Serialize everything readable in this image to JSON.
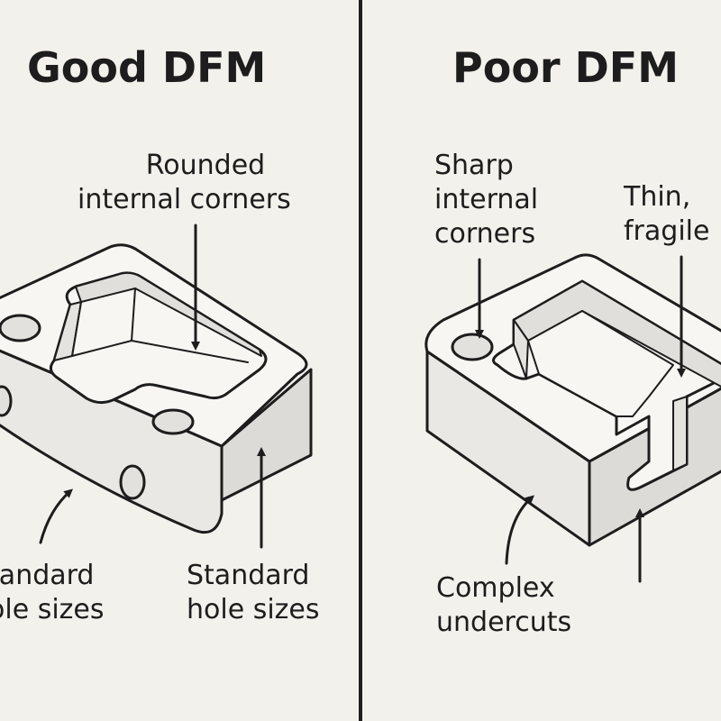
{
  "good": {
    "title": "Good DFM",
    "rounded_corners": {
      "line1": "Rounded",
      "line2": "internal corners"
    },
    "hole_sizes_left": {
      "line1": "Standard",
      "line2": "hole sizes"
    },
    "hole_sizes_right": {
      "line1": "Standard",
      "line2": "hole sizes"
    }
  },
  "poor": {
    "title": "Poor DFM",
    "sharp_corners": {
      "line1": "Sharp",
      "line2": "internal",
      "line3": "corners"
    },
    "thin_walls": {
      "line1": "Thin,",
      "line2": "fragile"
    },
    "undercuts": {
      "line1": "Complex",
      "line2": "undercuts"
    }
  },
  "colors": {
    "background": "#f3f1ec",
    "stroke": "#1d1d1d",
    "face_light": "#f7f6f3",
    "face_mid": "#e9e8e4",
    "face_dark": "#dcdbd7"
  }
}
